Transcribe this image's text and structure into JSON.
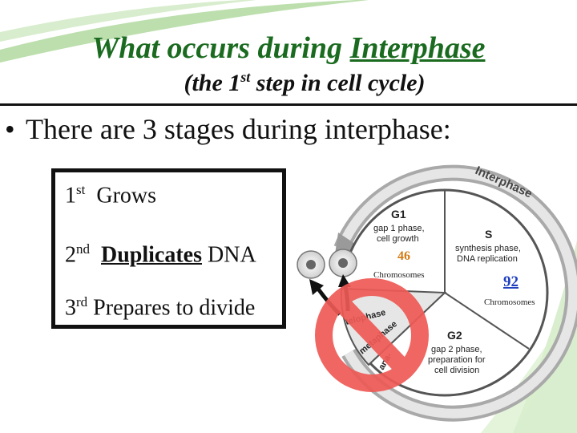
{
  "slide": {
    "title_prefix": "What occurs during ",
    "title_emphasis": "Interphase",
    "subtitle_open": "(the 1",
    "subtitle_sup": "st",
    "subtitle_rest": " step in cell cycle)",
    "bullet": "There are 3 stages during interphase:",
    "stages": [
      {
        "ordinal": "1",
        "suffix": "st",
        "bold": "",
        "text": "Grows"
      },
      {
        "ordinal": "2",
        "suffix": "nd",
        "bold": "Duplicates",
        "text": " DNA"
      },
      {
        "ordinal": "3",
        "suffix": "rd",
        "bold": "",
        "text": "Prepares to divide"
      }
    ]
  },
  "diagram": {
    "ring_label": "Interphase",
    "g1": {
      "name": "G1",
      "line1": "gap 1 phase,",
      "line2": "cell growth"
    },
    "s": {
      "name": "S",
      "line1": "synthesis phase,",
      "line2": "DNA replication"
    },
    "g2": {
      "name": "G2",
      "line1": "gap 2 phase,",
      "line2": "preparation for",
      "line3": "cell division"
    },
    "mitosis_labels": [
      "telophase",
      "metaphase",
      "ana-"
    ],
    "count_before": "46",
    "count_before_label": "Chromosomes",
    "count_after": "92",
    "count_after_label": "Chromosomes",
    "colors": {
      "title": "#1a6b1f",
      "count_before": "#d47a12",
      "count_after": "#1f3fbf",
      "no_sign": "#ee5a55"
    }
  }
}
